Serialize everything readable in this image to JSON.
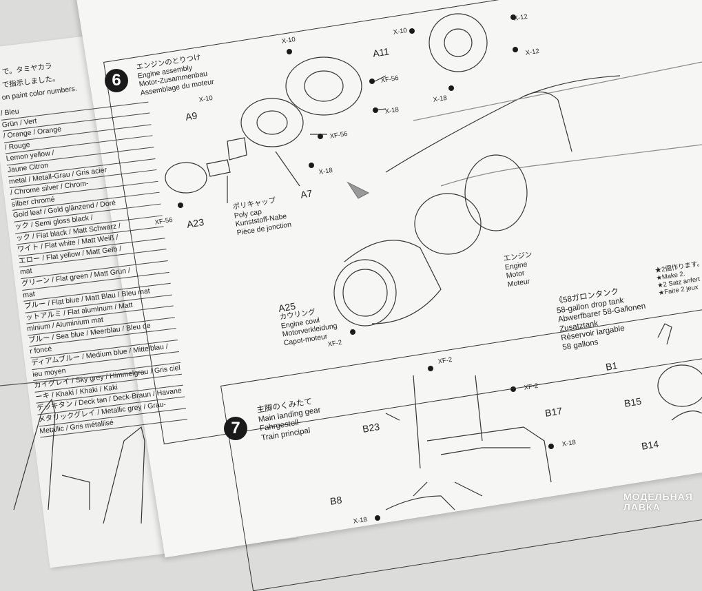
{
  "left_page": {
    "header_lines": [
      "で。タミヤカラ",
      "で指示しました。",
      "on paint color numbers."
    ],
    "paint_rows": [
      "/ Bleu",
      "Grün / Vert",
      "/ Orange / Orange",
      "/ Rouge",
      "Lemon yellow /",
      "Jaune Citron",
      "metal / Metall-Grau / Gris acier",
      "/ Chrome silver / Chrom-",
      "silber chromé",
      "Gold leaf / Gold glänzend / Doré",
      "ック / Semi gloss black /",
      "ック / Flat black / Matt Schwarz /",
      "ワイト / Flat white / Matt Weiß /",
      "エロー / Flat yellow / Matt Gelb /",
      "mat",
      "グリーン / Flat green / Matt Grün /",
      "mat",
      "ブルー / Flat blue / Matt Blau / Bleu mat",
      "ットアルミ / Flat aluminum / Matt",
      "minium / Aluminium mat",
      "ブルー / Sea blue / Meerblau / Bleu de",
      "r foncé",
      "ディアムブルー / Medium blue / Mittelblau /",
      "ieu moyen",
      "カイグレイ / Sky grey / Himmelgrau / Gris ciel",
      "ーキ / Khaki / Khaki / Kaki",
      "デッキタン / Deck tan / Deck-Braun / Havane",
      "メタリックグレイ / Metallic grey / Grau-",
      "Metallic / Gris métallisé"
    ]
  },
  "step6": {
    "number": "6",
    "title_jp": "エンジンのとりつけ",
    "title_en": "Engine assembly",
    "title_de": "Motor-Zusammenbau",
    "title_fr": "Assemblage du moteur",
    "parts": {
      "a11": "A11",
      "a9": "A9",
      "a7": "A7",
      "a23": "A23",
      "a25": "A25"
    },
    "paint_codes": {
      "x10a": "X-10",
      "x10b": "X-10",
      "x10c": "X-10",
      "xf56a": "XF-56",
      "xf56b": "XF-56",
      "xf56c": "XF-56",
      "x18a": "X-18",
      "x18b": "X-18",
      "x18c": "X-18",
      "x12a": "X-12",
      "x12b": "X-12",
      "xf2": "XF-2"
    },
    "poly_cap": [
      "ポリキャップ",
      "Poly cap",
      "Kunststoff-Nabe",
      "Pièce de jonction"
    ],
    "engine": [
      "エンジン",
      "Engine",
      "Motor",
      "Moteur"
    ],
    "cowl": [
      "カウリング",
      "Engine cowl",
      "Motorverkleidung",
      "Capot-moteur"
    ]
  },
  "drop_tank": {
    "title": "58ガロンタンク",
    "lines": [
      "58-gallon drop tank",
      "Abwerfbarer 58-Gallonen",
      "Zusatztank",
      "Réservoir largable",
      "58 gallons"
    ],
    "make": [
      "★2個作ります。",
      "★Make 2.",
      "★2 Satz anfert",
      "★Faire 2 jeux"
    ],
    "parts": {
      "b1": "B1",
      "b15": "B15",
      "b14": "B14"
    }
  },
  "step7": {
    "number": "7",
    "title_jp": "主脚のくみたて",
    "title_en": "Main landing gear",
    "title_de": "Fahrgestell",
    "title_fr": "Train principal",
    "parts": {
      "b23": "B23",
      "b17": "B17",
      "b8": "B8"
    },
    "paint_codes": {
      "xf2a": "XF-2",
      "xf2b": "XF-2",
      "x18": "X-18",
      "x18b": "X-18"
    }
  },
  "watermark": {
    "line1": "МОДЕЛЬНАЯ",
    "line2": "ЛАВКА"
  }
}
